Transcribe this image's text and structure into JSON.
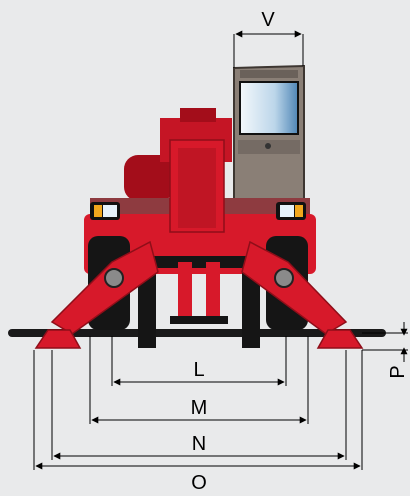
{
  "labels": {
    "v": "V",
    "l": "L",
    "m": "M",
    "n": "N",
    "o": "O",
    "p": "P"
  },
  "colors": {
    "background": "#e9eaeb",
    "machine_red": "#d7192a",
    "machine_dark_red": "#a30d1a",
    "cab_grey": "#8a7f76",
    "glass_blue": "#7fb1d6",
    "ground": "#1a1a1a",
    "dimension_line": "#000000"
  }
}
